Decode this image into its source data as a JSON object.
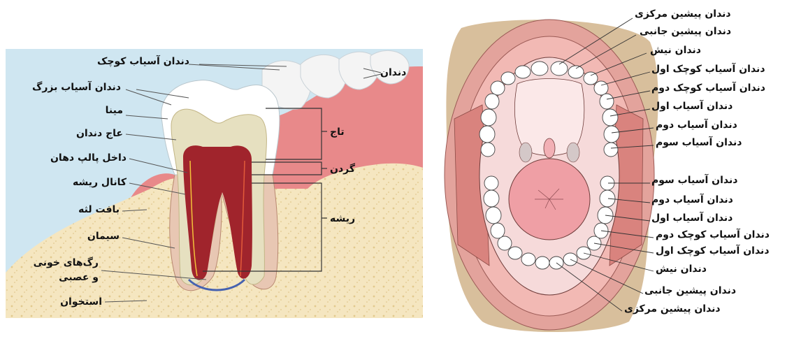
{
  "tooth_diagram": {
    "labels": {
      "premolar": "دندان آسیاب کوچک",
      "teeth": "دندان",
      "molar": "دندان آسیاب بزرگ",
      "enamel": "مینا",
      "dentin": "عاج دندان",
      "crown": "تاج",
      "pulp": "داخل پالپ دهان",
      "neck": "گردن",
      "root_canal": "کانال ریشه",
      "gum": "بافت لثه",
      "root": "ریشه",
      "cementum": "سیمان",
      "vessels_line1": "رگ‌های خونی",
      "vessels_line2": "و عصبی",
      "bone": "استخوان"
    }
  },
  "mouth_diagram": {
    "upper_labels": [
      "دندان پیشین مرکزی",
      "دندان پیشین جانبی",
      "دندان نیش",
      "دندان آسیاب کوچک اول",
      "دندان آسیاب کوچک دوم",
      "دندان آسیاب اول",
      "دندان آسیاب دوم",
      "دندان آسیاب سوم"
    ],
    "lower_labels": [
      "دندان آسیاب سوم",
      "دندان آسیاب دوم",
      "دندان آسیاب اول",
      "دندان آسیاب کوچک دوم",
      "دندان آسیاب کوچک اول",
      "دندان نیش",
      "دندان پیشین جانبی",
      "دندان پیشین مرکزی"
    ]
  },
  "colors": {
    "tooth_panel_bg": "#cfe6f1",
    "bone": "#f5e6c0",
    "gum": "#e8898a",
    "enamel": "#ffffff",
    "dentin": "#e6e0c0",
    "pulp": "#a0242c",
    "face_skin": "#d8bf9c",
    "lip": "#e3a39c",
    "mouth_inside": "#f6dada",
    "tongue": "#ef9fa5"
  }
}
